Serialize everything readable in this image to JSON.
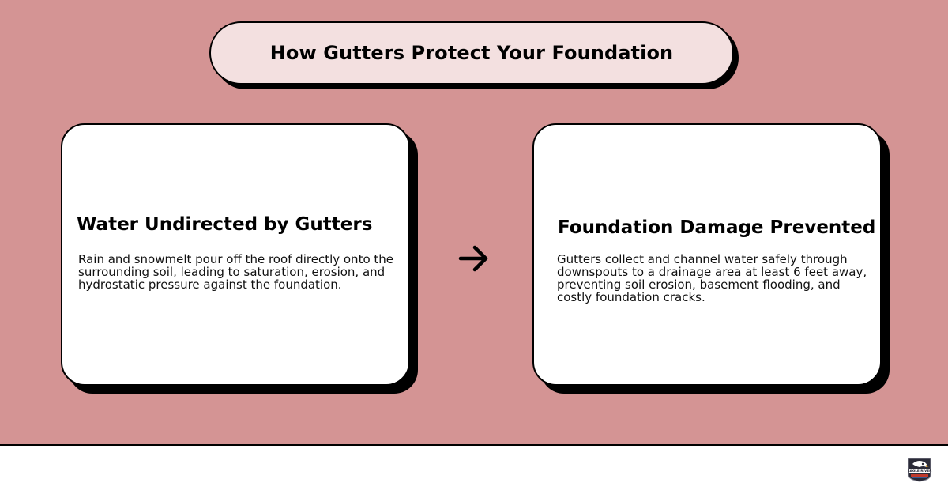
{
  "title": "How Gutters Protect Your Foundation",
  "cards": [
    {
      "title": "Water Undirected by Gutters",
      "body": "Rain and snowmelt pour off the roof directly onto the surrounding soil, leading to saturation, erosion, and hydrostatic pressure against the foundation."
    },
    {
      "title": "Foundation Damage Prevented",
      "body": "Gutters collect and channel water safely through downspouts to a drainage area at least 6 feet away, preventing soil erosion, basement flooding, and costly foundation cracks."
    }
  ],
  "arrow_icon": "arrow-right-icon",
  "logo": {
    "icon": "eagle-logo-icon",
    "text": "EAGLE RIVER"
  },
  "colors": {
    "background": "#d49494",
    "title_pill": "#f3e0e0",
    "card": "#ffffff",
    "outline": "#000000",
    "footer": "#ffffff"
  }
}
